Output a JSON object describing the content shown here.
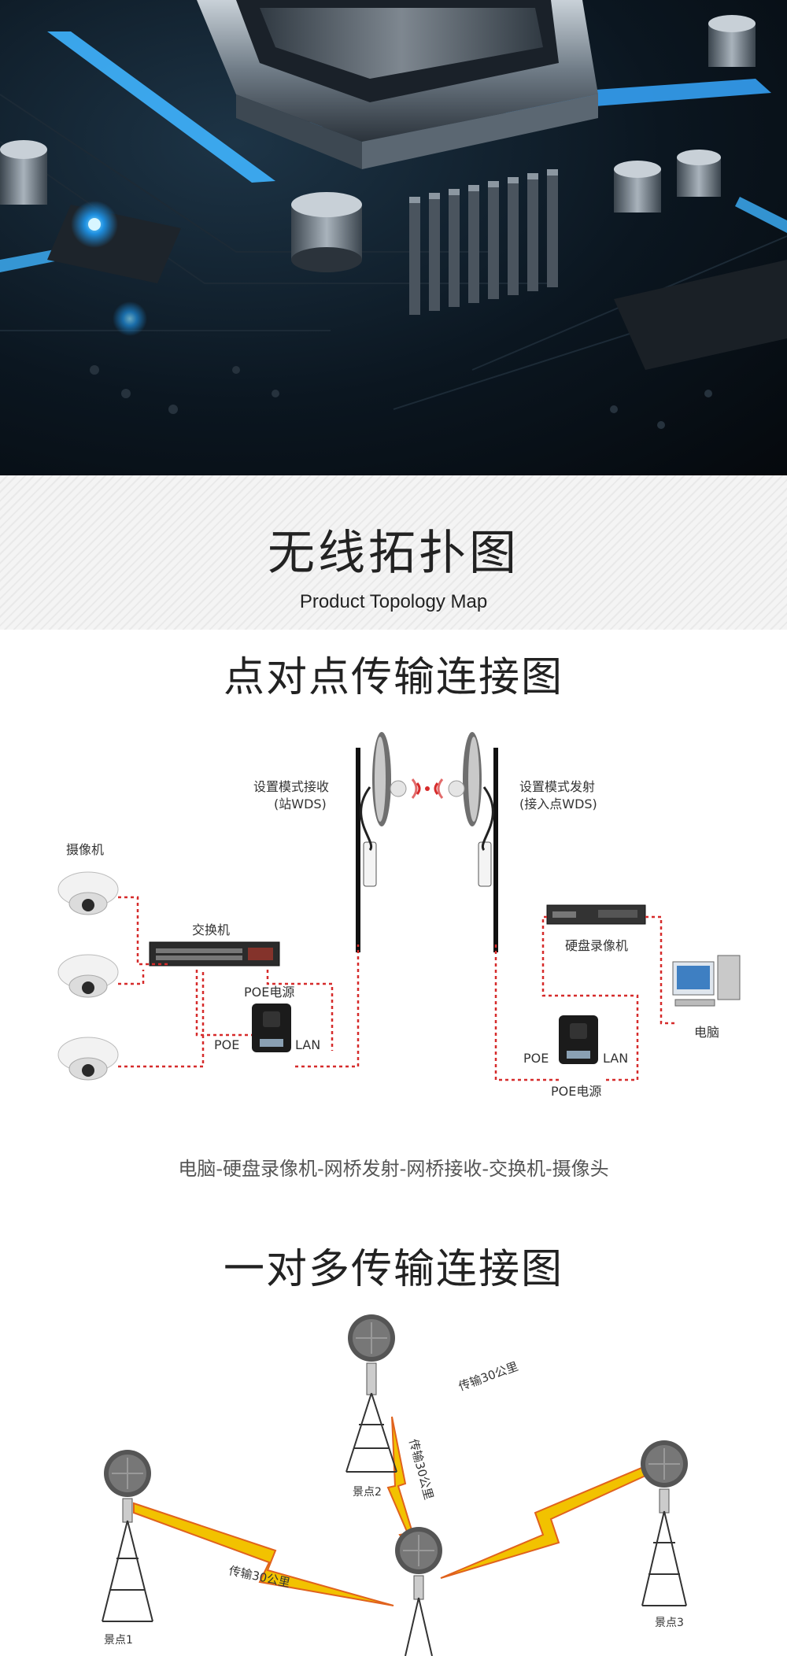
{
  "banner": {
    "title": "无线拓扑图",
    "subtitle": "Product Topology Map"
  },
  "p2p": {
    "title": "点对点传输连接图",
    "receiver_label_1": "设置模式接收",
    "receiver_label_2": "(站WDS)",
    "sender_label_1": "设置模式发射",
    "sender_label_2": "(接入点WDS)",
    "camera_label": "摄像机",
    "switch_label": "交换机",
    "poe_power_left": "POE电源",
    "poe_left": "POE",
    "lan_left": "LAN",
    "nvr_label": "硬盘录像机",
    "computer_label": "电脑",
    "poe_right": "POE",
    "lan_right": "LAN",
    "poe_power_right": "POE电源",
    "caption": "电脑-硬盘录像机-网桥发射-网桥接收-交换机-摄像头"
  },
  "p2mp": {
    "title": "一对多传输连接图",
    "distance_top": "传输30公里",
    "distance_vertical": "传输30公里",
    "distance_left": "传输30公里",
    "site_1": "景点1",
    "site_2": "景点2",
    "site_3": "景点3"
  },
  "colors": {
    "link_red": "#d62b2b",
    "bolt_yellow": "#f2c200",
    "bolt_orange": "#e0621d"
  }
}
